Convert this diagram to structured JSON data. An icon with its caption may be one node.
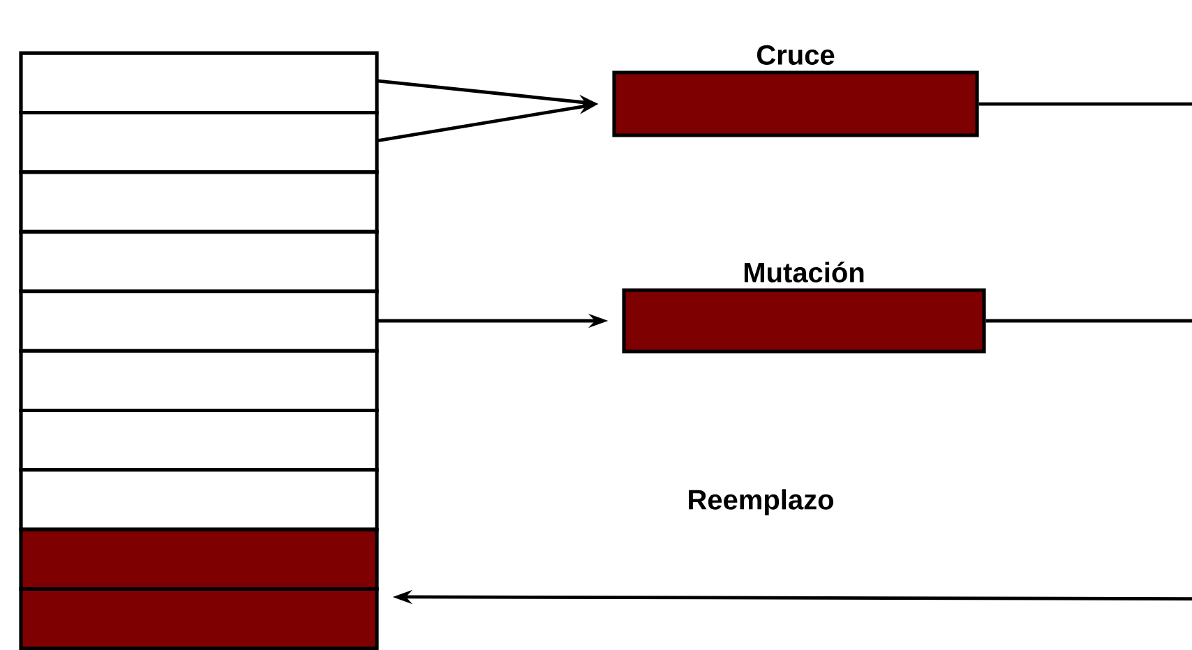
{
  "diagram": {
    "nodes": [
      {
        "text": [],
        "shape": "box"
      },
      {
        "text": [],
        "shape": "box"
      },
      {
        "text": [],
        "shape": "box"
      },
      {
        "text": [],
        "shape": "box"
      },
      {
        "text": [],
        "shape": "box"
      },
      {
        "text": [],
        "shape": "box"
      },
      {
        "text": [],
        "shape": "box"
      },
      {
        "text": [],
        "shape": "box"
      },
      {
        "text": [],
        "shape": "box"
      },
      {
        "text": [],
        "shape": "box"
      },
      {
        "text": [
          "Cruce"
        ]
      },
      {
        "text": [
          "Mutación"
        ]
      }
    ],
    "edges": [
      {
        "from": 0,
        "to": 10,
        "arrow": "to"
      },
      {
        "from": 1,
        "to": 10,
        "arrow": "to"
      },
      {
        "from": 4,
        "to": 11,
        "arrow": "to"
      },
      {
        "from": 10,
        "to": null,
        "arrow": "none"
      },
      {
        "from": 11,
        "to": null,
        "arrow": "none"
      },
      {
        "from": null,
        "to": 9,
        "arrow": "to",
        "label": "Reemplazo"
      }
    ]
  }
}
